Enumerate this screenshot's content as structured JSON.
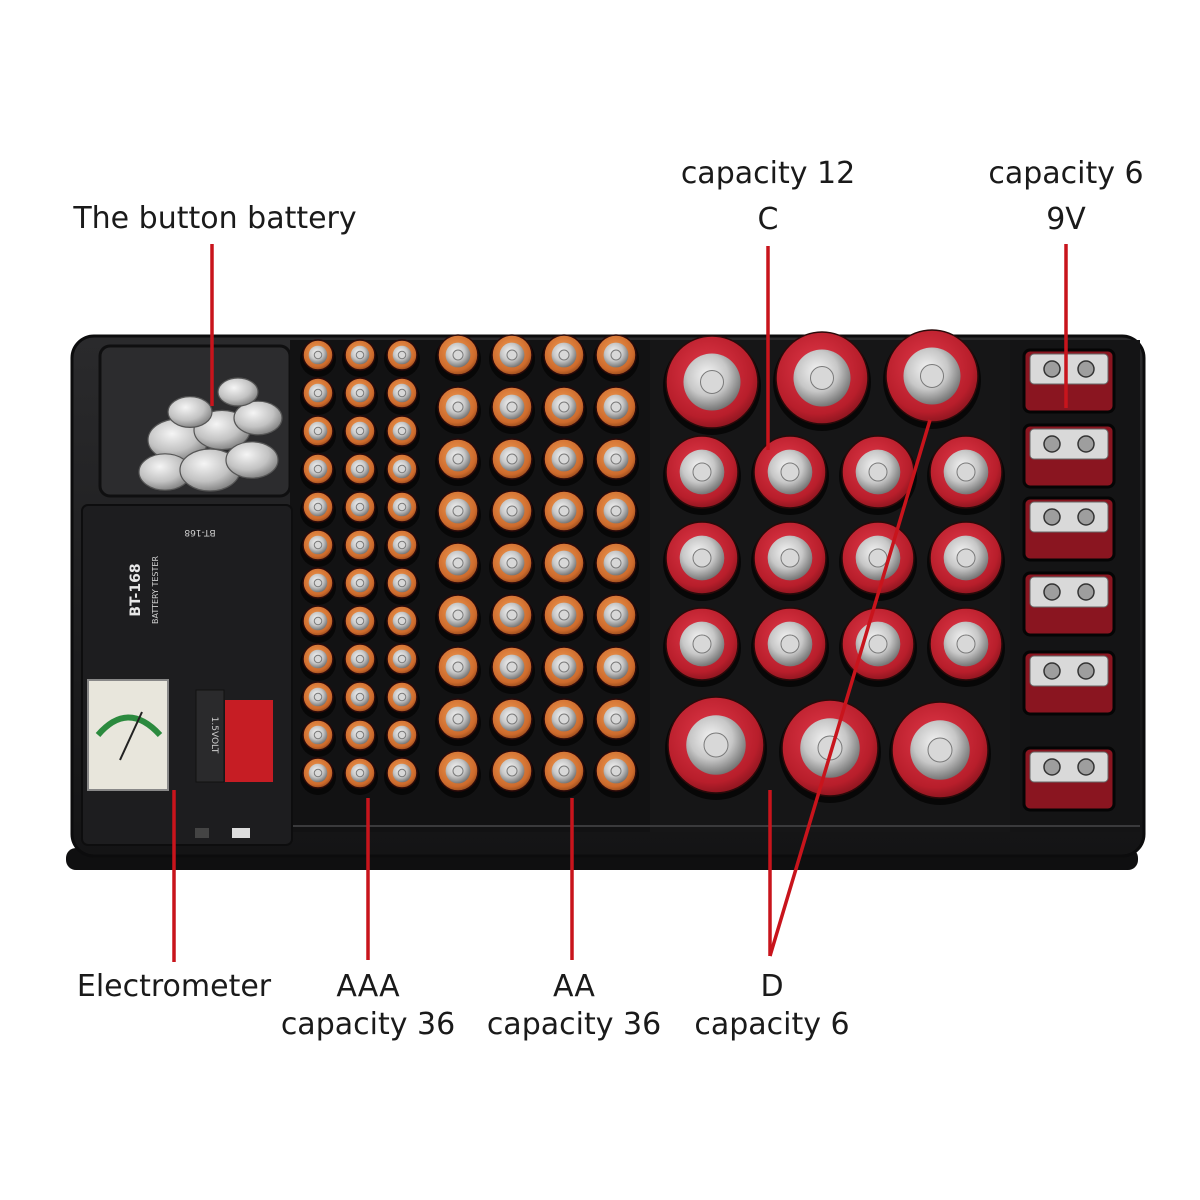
{
  "labels": {
    "button_battery": "The button battery",
    "c_capacity": "capacity 12",
    "c_type": "C",
    "nine_v_capacity": "capacity 6",
    "nine_v_type": "9V",
    "electrometer": "Electrometer",
    "aaa_type": "AAA",
    "aaa_capacity": "capacity 36",
    "aa_type": "AA",
    "aa_capacity": "capacity 36",
    "d_type": "D",
    "d_capacity": "capacity 6"
  },
  "tester": {
    "model": "BT-168",
    "subtitle": "BATTERY TESTER",
    "top_label": "BT-168",
    "side_label": "1.5VOLT"
  },
  "colors": {
    "leader_line": "#c8141c",
    "organizer_body": "#1b1b1d",
    "c_battery": "#c4222e",
    "d_battery": "#b61e29",
    "aa_battery": "#d1742f",
    "tester_slider": "#c61d24"
  }
}
